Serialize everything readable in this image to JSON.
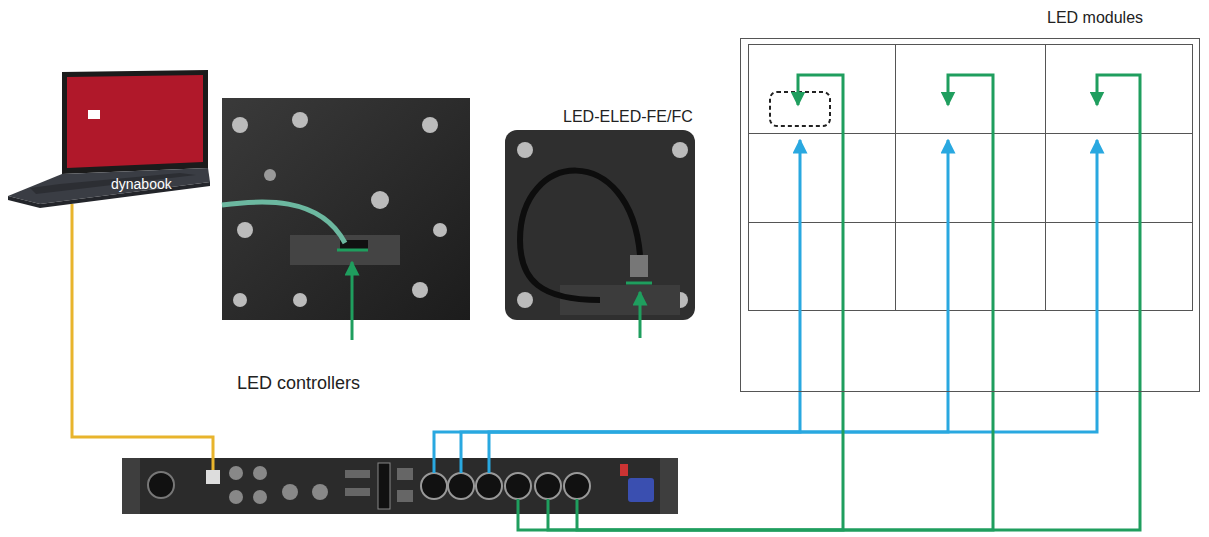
{
  "diagram": {
    "nodes": [
      {
        "text": [
          "dynabook"
        ]
      },
      {
        "text": [
          "LED-ELED-FE/FC"
        ]
      },
      {
        "text": [
          "LED modules"
        ]
      },
      {
        "text": [
          "LED controllers"
        ]
      }
    ],
    "edges": [
      {
        "from": 0,
        "to": 3,
        "arrow": "none"
      },
      {
        "from": 3,
        "to": 2,
        "arrow": "to"
      },
      {
        "from": 3,
        "to": 2,
        "arrow": "to"
      },
      {
        "from": 3,
        "to": 2,
        "arrow": "to"
      },
      {
        "from": 3,
        "to": 2,
        "arrow": "to"
      },
      {
        "from": 3,
        "to": 2,
        "arrow": "to"
      },
      {
        "from": 3,
        "to": 2,
        "arrow": "to"
      }
    ]
  }
}
